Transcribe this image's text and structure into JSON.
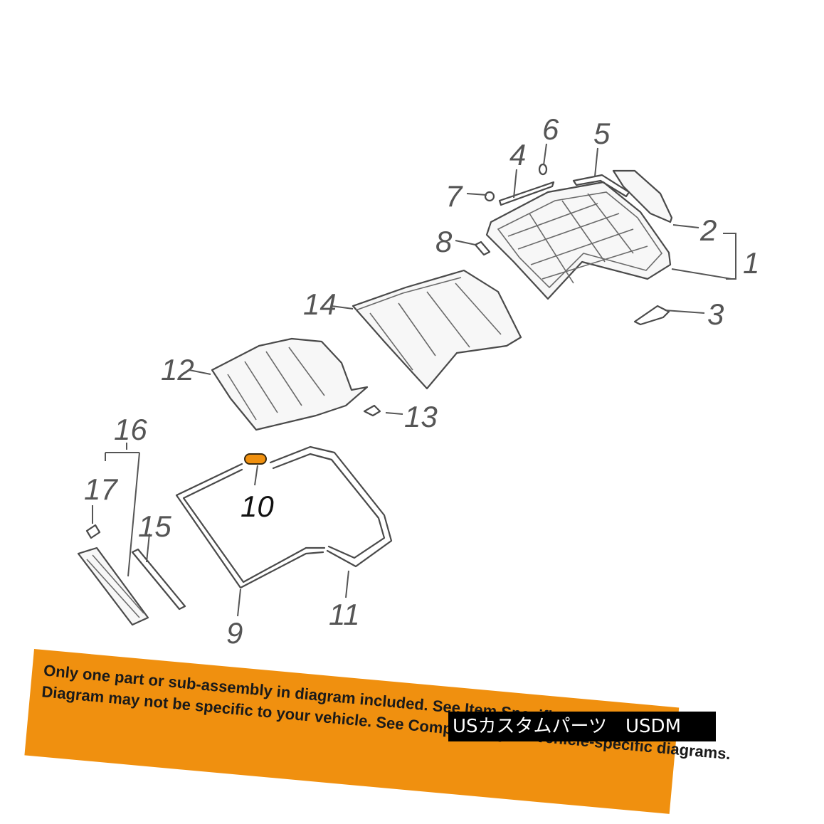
{
  "callouts": {
    "c1": "1",
    "c2": "2",
    "c3": "3",
    "c4": "4",
    "c5": "5",
    "c6": "6",
    "c7": "7",
    "c8": "8",
    "c9": "9",
    "c10": "10",
    "c11": "11",
    "c12": "12",
    "c13": "13",
    "c14": "14",
    "c15": "15",
    "c16": "16",
    "c17": "17"
  },
  "highlight": {
    "part": "10",
    "color": "#f0900f"
  },
  "banner": {
    "line1": "Only one part or sub-assembly in diagram included. See Item Specifics for Reference #.",
    "line2": "Diagram may not be specific to your vehicle. See Compatibility for vehicle-specific diagrams.",
    "color": "#f0900f"
  },
  "store_tag": {
    "text": "USカスタムパーツ　USDM"
  }
}
